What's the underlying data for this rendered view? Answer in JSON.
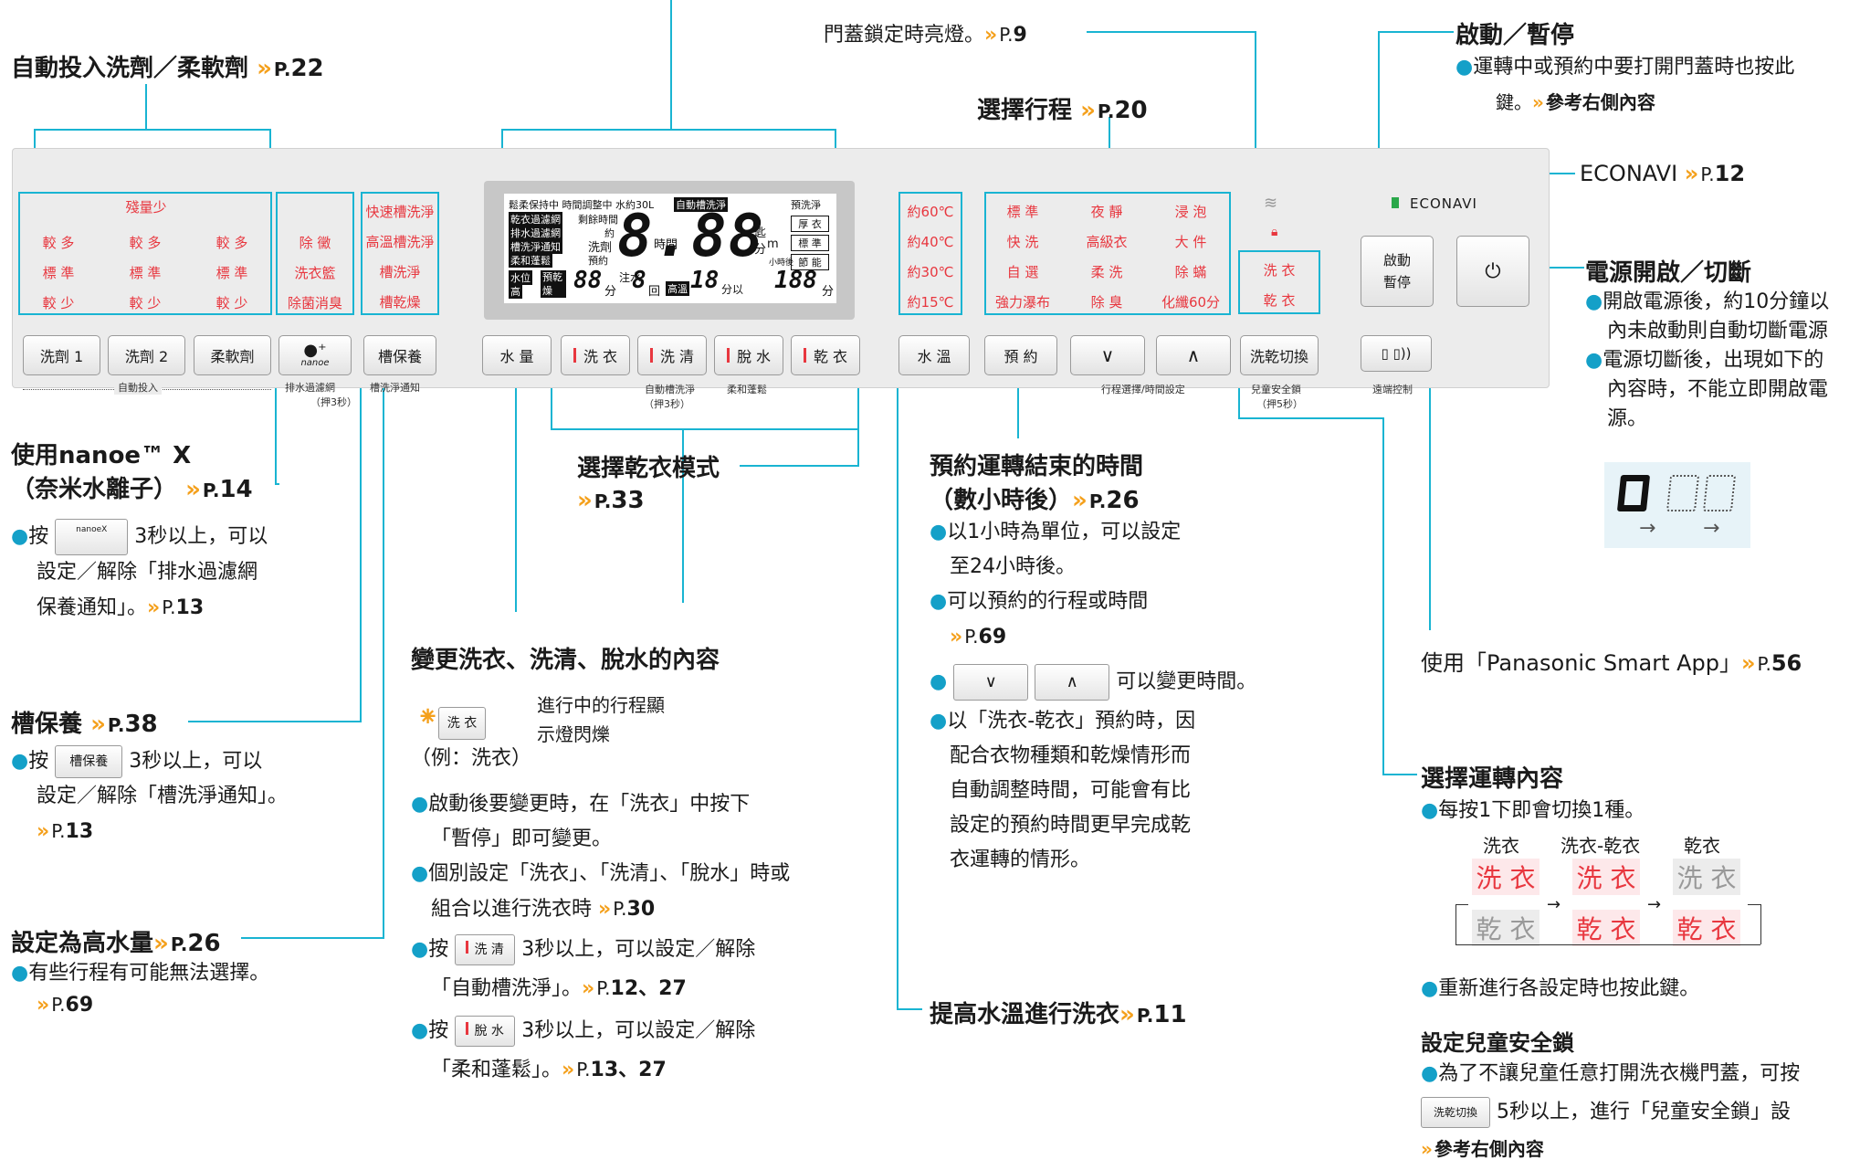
{
  "colors": {
    "accent": "#19b4d2",
    "red_text": "#e8373f",
    "chevron": "#f4a01c",
    "econavi_green": "#2aa84a"
  },
  "chev": "»",
  "top": {
    "auto_dispense": {
      "title": "自動投入洗劑／柔軟劑",
      "p": "P.",
      "pn": "22"
    },
    "door_lock": {
      "title": "門蓋鎖定時亮燈。",
      "p": "P.",
      "pn": "9"
    },
    "select_course": {
      "title": "選擇行程",
      "p": "P.",
      "pn": "20"
    },
    "start_pause": {
      "title": "啟動／暫停",
      "line1": "運轉中或預約中要打開門蓋時也按此",
      "line2": "鍵。",
      "ref": "參考右側內容"
    },
    "econavi": {
      "title": "ECONAVI",
      "p": "P.",
      "pn": "12"
    },
    "power": {
      "title": "電源開啟／切斷",
      "b1l1": "開啟電源後，約10分鐘以",
      "b1l2": "內未啟動則自動切斷電源",
      "b2l1": "電源切斷後，出現如下的",
      "b2l2": "內容時，不能立即開啟電",
      "b2l3": "源。"
    }
  },
  "panel": {
    "dispense": {
      "residual": "殘量少",
      "cols": [
        [
          "較 多",
          "標 準",
          "較 少"
        ],
        [
          "較 多",
          "標 準",
          "較 少"
        ],
        [
          "較 多",
          "標 準",
          "較 少"
        ]
      ],
      "buttons": [
        "洗劑 1",
        "洗劑 2",
        "柔軟劑"
      ],
      "footer": "自動投入"
    },
    "nanoe": {
      "items": [
        "除 黴",
        "洗衣籃",
        "除菌消臭"
      ],
      "logo": "nanoe",
      "sub": "排水過濾網"
    },
    "tub": {
      "items": [
        "快速槽洗淨",
        "高溫槽洗淨",
        "槽洗淨",
        "槽乾燥"
      ],
      "button": "槽保養",
      "sub": "槽洗淨通知",
      "hold": "（押3秒）"
    },
    "lcd": {
      "top_row": "鬆柔保持中 時間調整中 水約30L",
      "auto_tub": "自動槽洗淨",
      "pre_wash": "預洗淨",
      "left_inv": [
        "乾衣過濾網",
        "排水過濾網",
        "槽洗淨通知",
        "柔和蓬鬆"
      ],
      "remain": "剩餘時間",
      "approx": "約",
      "detergent": "洗劑",
      "reserve": "預約",
      "big": "8.88",
      "hour": "時間",
      "spoon": "匙",
      "min": "分",
      "minute_m": "m",
      "below": "小時後",
      "right_boxes": [
        "厚 衣",
        "標 準",
        "節 能"
      ],
      "water_level": "水位",
      "high": "高",
      "pre_dry": "預乾燥",
      "seg1": "88",
      "fen": "分",
      "inject": "注水",
      "seg2": "8",
      "hui": "回",
      "hightemp": "高溫",
      "seg3": "18",
      "fen_yi": "分以",
      "seg4": "188",
      "fen2": "分"
    },
    "buttons_mid": [
      "水 量",
      "洗 衣",
      "洗 清",
      "脫 水",
      "乾 衣"
    ],
    "mid_sub1": "自動槽洗淨",
    "mid_sub2": "柔和蓬鬆",
    "mid_hold": "（押3秒）",
    "temps": [
      "約60℃",
      "約40℃",
      "約30℃",
      "約15℃"
    ],
    "temp_button": "水 溫",
    "courses": [
      [
        "標 準",
        "夜 靜",
        "浸 泡"
      ],
      [
        "快 洗",
        "高級衣",
        "大 件"
      ],
      [
        "自 選",
        "柔 洗",
        "除 蟎"
      ],
      [
        "強力瀑布",
        "除 臭",
        "化纖60分"
      ]
    ],
    "reserve_button": "預 約",
    "course_sub": "行程選擇/時間設定",
    "wash_dry": [
      "洗 衣",
      "乾 衣"
    ],
    "wash_dry_button": "洗乾切換",
    "child_lock": "兒童安全鎖",
    "child_hold": "（押5秒）",
    "econavi_logo": "ECONAVI",
    "start_button": [
      "啟動",
      "暫停"
    ],
    "remote": "遠端控制"
  },
  "left": {
    "nanoe": {
      "t1": "使用nanoe™ X",
      "t2": "（奈米水離子）",
      "p": "P.",
      "pn": "14",
      "press": "按",
      "l1": "3秒以上，可以",
      "l2": "設定／解除「排水過濾網",
      "l3": "保養通知」。",
      "p2": "P.",
      "pn2": "13",
      "key": "nanoeX"
    },
    "tub": {
      "title": "槽保養",
      "p": "P.",
      "pn": "38",
      "press": "按",
      "key": "槽保養",
      "l1": "3秒以上，可以",
      "l2": "設定／解除「槽洗淨通知」。",
      "p2": "P.",
      "pn2": "13"
    },
    "water": {
      "title": "設定為高水量",
      "p": "P.",
      "pn": "26",
      "l1": "有些行程有可能無法選擇。",
      "p2": "P.",
      "pn2": "69"
    }
  },
  "midcol": {
    "dry_mode": {
      "title": "選擇乾衣模式",
      "p": "P.",
      "pn": "33"
    },
    "change": {
      "title": "變更洗衣、洗清、脫水的內容",
      "lamp1": "進行中的行程顯",
      "lamp2": "示燈閃爍",
      "key": "洗 衣",
      "eg": "（例：洗衣）",
      "b1l1": "啟動後要變更時，在「洗衣」中按下",
      "b1l2": "「暫停」即可變更。",
      "b2l1": "個別設定「洗衣」、「洗清」、「脫水」時或",
      "b2l2": "組合以進行洗衣時",
      "b2p": "P.",
      "b2pn": "30",
      "press": "按",
      "key2": "洗 清",
      "b3l1": "3秒以上，可以設定／解除",
      "b3l2": "「自動槽洗淨」。",
      "b3p": "P.",
      "b3pn": "12",
      "b3pn2": "、27",
      "key3": "脫 水",
      "b4l1": "3秒以上，可以設定／解除",
      "b4l2": "「柔和蓬鬆」。",
      "b4p": "P.",
      "b4pn": "13",
      "b4pn2": "、27"
    },
    "reserve": {
      "t1": "預約運轉結束的時間",
      "t2": "（數小時後）",
      "p": "P.",
      "pn": "26",
      "b1l1": "以1小時為單位，可以設定",
      "b1l2": "至24小時後。",
      "b2l1": "可以預約的行程或時間",
      "b2p": "P.",
      "b2pn": "69",
      "b3": "可以變更時間。",
      "b4l1": "以「洗衣-乾衣」預約時，因",
      "b4l2": "配合衣物種類和乾燥情形而",
      "b4l3": "自動調整時間，可能會有比",
      "b4l4": "設定的預約時間更早完成乾",
      "b4l5": "衣運轉的情形。"
    },
    "temp": {
      "title": "提高水溫進行洗衣",
      "p": "P.",
      "pn": "11"
    }
  },
  "right": {
    "app": {
      "title": "使用「Panasonic Smart App」",
      "p": "P.",
      "pn": "56"
    },
    "select_op": {
      "title": "選擇運轉內容",
      "l1": "每按1下即會切換1種。",
      "labels": [
        "洗衣",
        "洗衣-乾衣",
        "乾衣"
      ],
      "wash": "洗 衣",
      "dry": "乾 衣",
      "l2": "重新進行各設定時也按此鍵。"
    },
    "child": {
      "title": "設定兒童安全鎖",
      "l1": "為了不讓兒童任意打開洗衣機門蓋，可按",
      "key": "洗乾切換",
      "l2": "5秒以上，進行「兒童安全鎖」設",
      "ref": "參考右側內容"
    }
  }
}
